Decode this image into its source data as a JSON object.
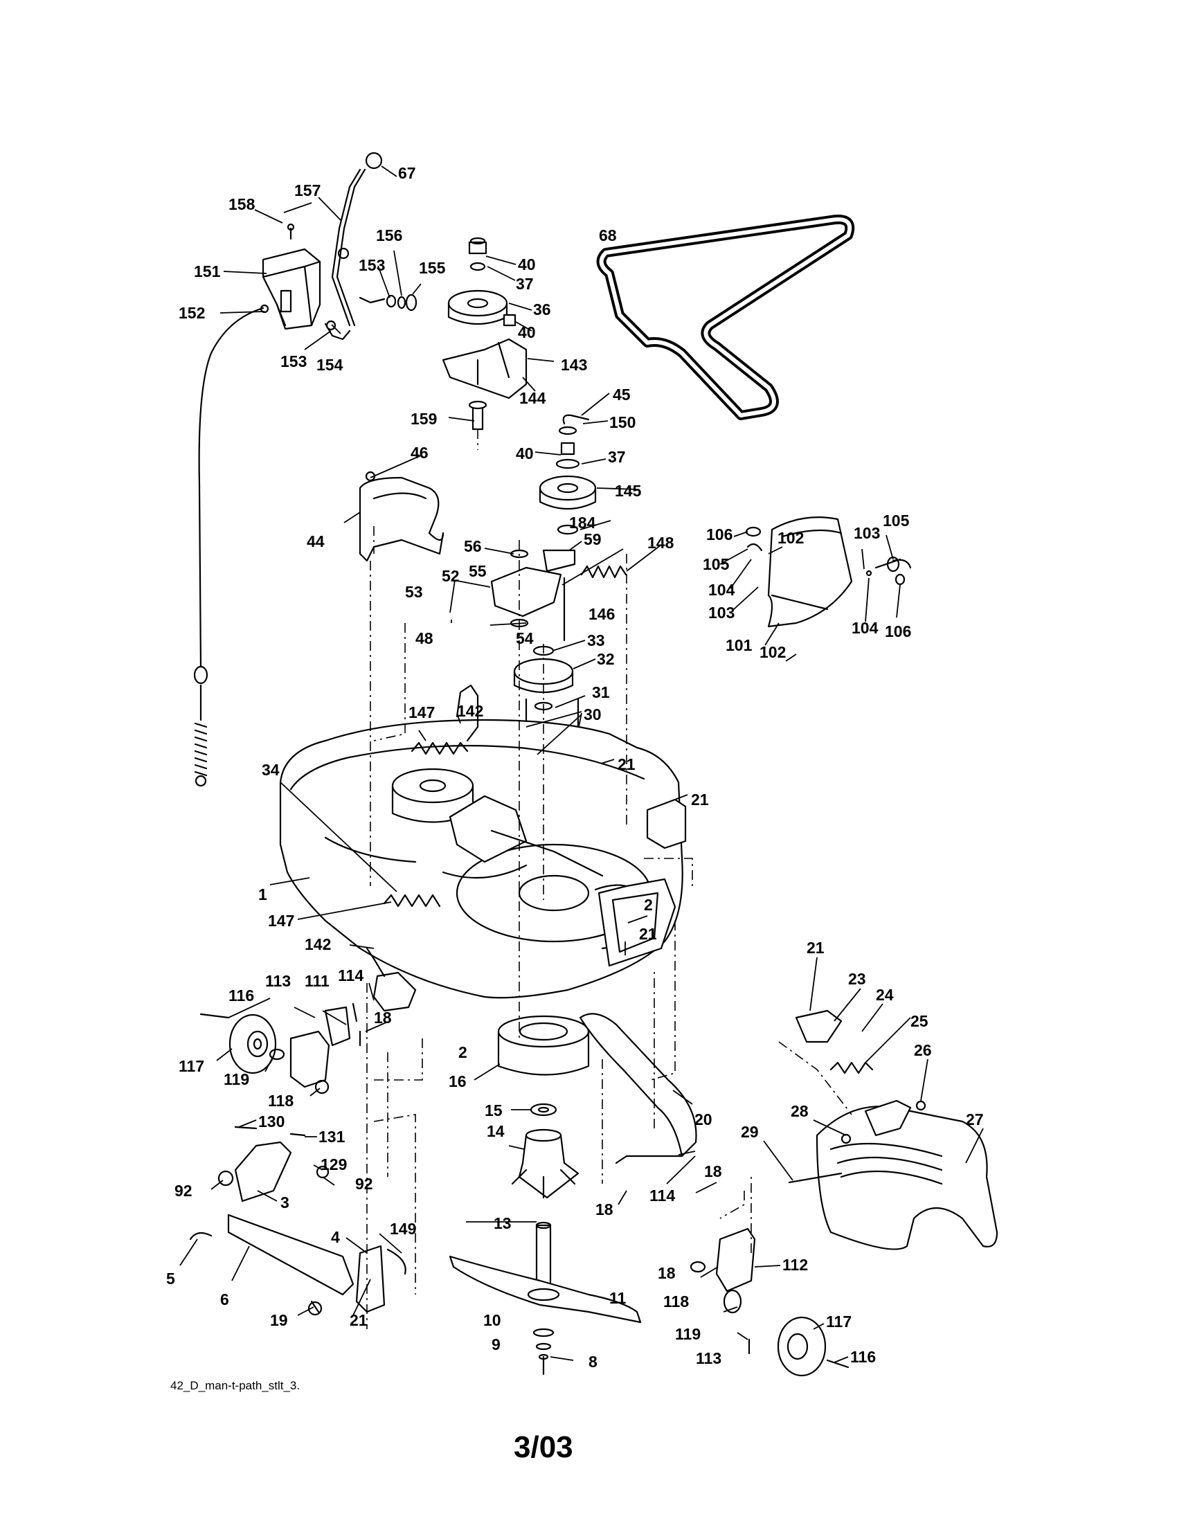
{
  "diagram": {
    "footer_ref": "42_D_man-t-path_stlt_3.",
    "page_number": "3/03",
    "callouts": [
      {
        "id": "c1",
        "text": "1"
      },
      {
        "id": "c2a",
        "text": "2"
      },
      {
        "id": "c2b",
        "text": "2"
      },
      {
        "id": "c3",
        "text": "3"
      },
      {
        "id": "c4",
        "text": "4"
      },
      {
        "id": "c5",
        "text": "5"
      },
      {
        "id": "c6",
        "text": "6"
      },
      {
        "id": "c8",
        "text": "8"
      },
      {
        "id": "c9",
        "text": "9"
      },
      {
        "id": "c10",
        "text": "10"
      },
      {
        "id": "c11",
        "text": "11"
      },
      {
        "id": "c13",
        "text": "13"
      },
      {
        "id": "c14",
        "text": "14"
      },
      {
        "id": "c15",
        "text": "15"
      },
      {
        "id": "c16",
        "text": "16"
      },
      {
        "id": "c18a",
        "text": "18"
      },
      {
        "id": "c18b",
        "text": "18"
      },
      {
        "id": "c18c",
        "text": "18"
      },
      {
        "id": "c18d",
        "text": "18"
      },
      {
        "id": "c19",
        "text": "19"
      },
      {
        "id": "c20",
        "text": "20"
      },
      {
        "id": "c21a",
        "text": "21"
      },
      {
        "id": "c21b",
        "text": "21"
      },
      {
        "id": "c21c",
        "text": "21"
      },
      {
        "id": "c21d",
        "text": "21"
      },
      {
        "id": "c21e",
        "text": "21"
      },
      {
        "id": "c23",
        "text": "23"
      },
      {
        "id": "c24",
        "text": "24"
      },
      {
        "id": "c25",
        "text": "25"
      },
      {
        "id": "c26",
        "text": "26"
      },
      {
        "id": "c27",
        "text": "27"
      },
      {
        "id": "c28",
        "text": "28"
      },
      {
        "id": "c29",
        "text": "29"
      },
      {
        "id": "c30",
        "text": "30"
      },
      {
        "id": "c31",
        "text": "31"
      },
      {
        "id": "c32",
        "text": "32"
      },
      {
        "id": "c33",
        "text": "33"
      },
      {
        "id": "c34",
        "text": "34"
      },
      {
        "id": "c36",
        "text": "36"
      },
      {
        "id": "c37a",
        "text": "37"
      },
      {
        "id": "c37b",
        "text": "37"
      },
      {
        "id": "c40a",
        "text": "40"
      },
      {
        "id": "c40b",
        "text": "40"
      },
      {
        "id": "c40c",
        "text": "40"
      },
      {
        "id": "c44",
        "text": "44"
      },
      {
        "id": "c45",
        "text": "45"
      },
      {
        "id": "c46",
        "text": "46"
      },
      {
        "id": "c48",
        "text": "48"
      },
      {
        "id": "c52",
        "text": "52"
      },
      {
        "id": "c53",
        "text": "53"
      },
      {
        "id": "c54",
        "text": "54"
      },
      {
        "id": "c55",
        "text": "55"
      },
      {
        "id": "c56",
        "text": "56"
      },
      {
        "id": "c59",
        "text": "59"
      },
      {
        "id": "c67",
        "text": "67"
      },
      {
        "id": "c68",
        "text": "68"
      },
      {
        "id": "c92a",
        "text": "92"
      },
      {
        "id": "c92b",
        "text": "92"
      },
      {
        "id": "c101",
        "text": "101"
      },
      {
        "id": "c102a",
        "text": "102"
      },
      {
        "id": "c102b",
        "text": "102"
      },
      {
        "id": "c103a",
        "text": "103"
      },
      {
        "id": "c103b",
        "text": "103"
      },
      {
        "id": "c104a",
        "text": "104"
      },
      {
        "id": "c104b",
        "text": "104"
      },
      {
        "id": "c105a",
        "text": "105"
      },
      {
        "id": "c105b",
        "text": "105"
      },
      {
        "id": "c106a",
        "text": "106"
      },
      {
        "id": "c106b",
        "text": "106"
      },
      {
        "id": "c111",
        "text": "111"
      },
      {
        "id": "c112",
        "text": "112"
      },
      {
        "id": "c113a",
        "text": "113"
      },
      {
        "id": "c113b",
        "text": "113"
      },
      {
        "id": "c114a",
        "text": "114"
      },
      {
        "id": "c114b",
        "text": "114"
      },
      {
        "id": "c116a",
        "text": "116"
      },
      {
        "id": "c116b",
        "text": "116"
      },
      {
        "id": "c117a",
        "text": "117"
      },
      {
        "id": "c117b",
        "text": "117"
      },
      {
        "id": "c118a",
        "text": "118"
      },
      {
        "id": "c118b",
        "text": "118"
      },
      {
        "id": "c119a",
        "text": "119"
      },
      {
        "id": "c119b",
        "text": "119"
      },
      {
        "id": "c129",
        "text": "129"
      },
      {
        "id": "c130",
        "text": "130"
      },
      {
        "id": "c131",
        "text": "131"
      },
      {
        "id": "c142a",
        "text": "142"
      },
      {
        "id": "c142b",
        "text": "142"
      },
      {
        "id": "c143",
        "text": "143"
      },
      {
        "id": "c144",
        "text": "144"
      },
      {
        "id": "c145",
        "text": "145"
      },
      {
        "id": "c146",
        "text": "146"
      },
      {
        "id": "c147a",
        "text": "147"
      },
      {
        "id": "c147b",
        "text": "147"
      },
      {
        "id": "c148",
        "text": "148"
      },
      {
        "id": "c149",
        "text": "149"
      },
      {
        "id": "c150",
        "text": "150"
      },
      {
        "id": "c151",
        "text": "151"
      },
      {
        "id": "c152",
        "text": "152"
      },
      {
        "id": "c153a",
        "text": "153"
      },
      {
        "id": "c153b",
        "text": "153"
      },
      {
        "id": "c154",
        "text": "154"
      },
      {
        "id": "c155",
        "text": "155"
      },
      {
        "id": "c156",
        "text": "156"
      },
      {
        "id": "c157",
        "text": "157"
      },
      {
        "id": "c158",
        "text": "158"
      },
      {
        "id": "c159",
        "text": "159"
      },
      {
        "id": "c184",
        "text": "184"
      }
    ]
  }
}
